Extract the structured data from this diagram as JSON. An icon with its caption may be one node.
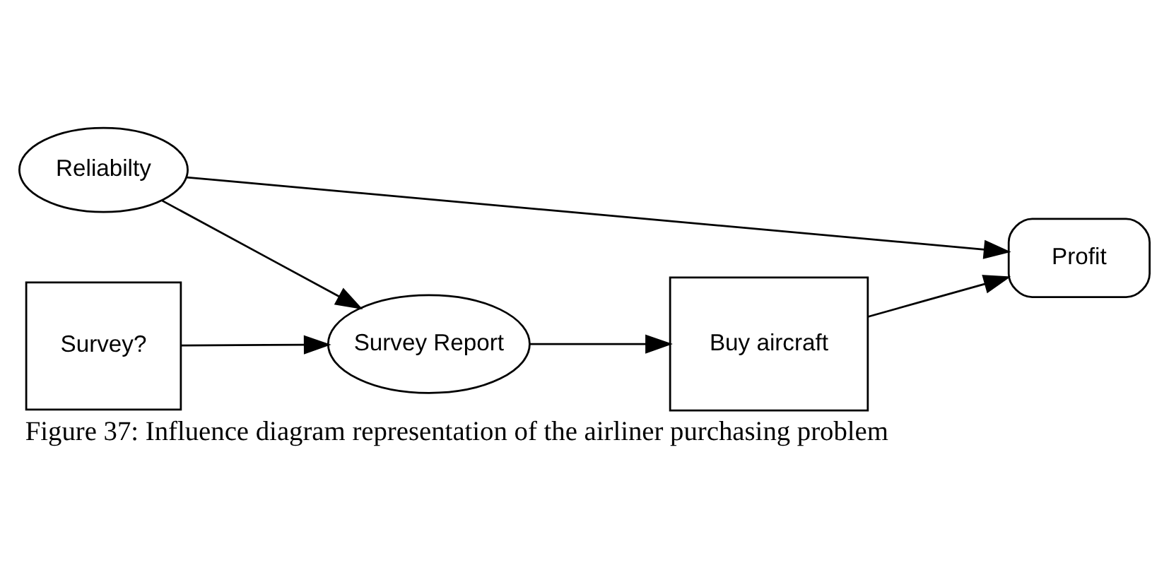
{
  "diagram": {
    "caption": "Figure 37: Influence diagram representation of the airliner purchasing problem",
    "nodes": [
      {
        "text": [
          "Reliabilty"
        ]
      },
      {
        "text": [
          "Profit"
        ]
      },
      {
        "text": [
          "Survey?"
        ]
      },
      {
        "text": [
          "Survey Report"
        ]
      },
      {
        "text": [
          "Buy aircraft"
        ]
      }
    ],
    "edges": [
      {
        "from": 0,
        "to": 1,
        "arrow": "to"
      },
      {
        "from": 0,
        "to": 3,
        "arrow": "to"
      },
      {
        "from": 2,
        "to": 3,
        "arrow": "to"
      },
      {
        "from": 3,
        "to": 4,
        "arrow": "to"
      },
      {
        "from": 4,
        "to": 1,
        "arrow": "to"
      }
    ]
  }
}
